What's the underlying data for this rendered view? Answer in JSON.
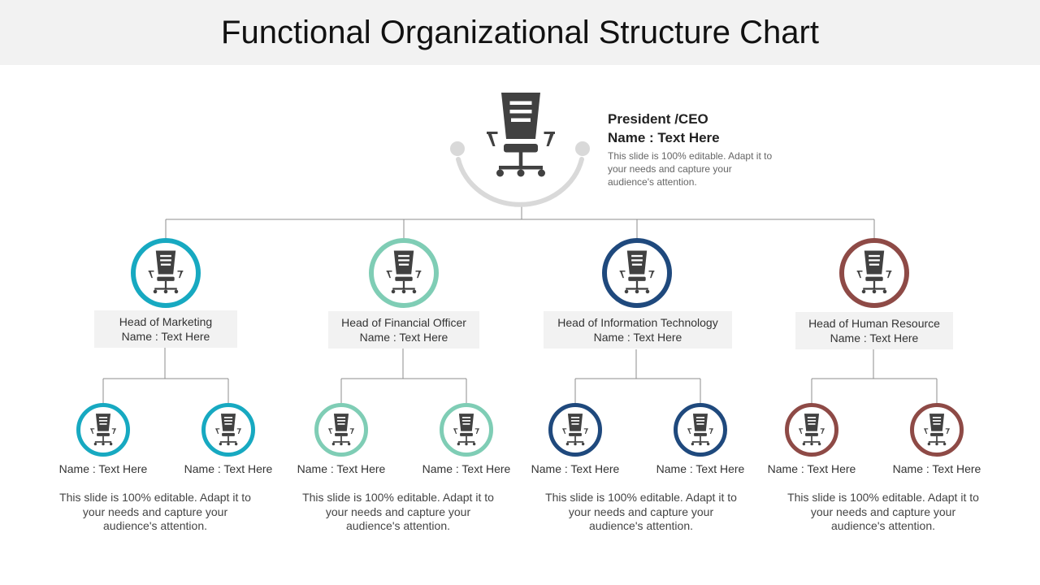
{
  "title": "Functional Organizational Structure Chart",
  "icon": "office-chair-icon",
  "ceo": {
    "role": "President /CEO",
    "name": "Name : Text Here",
    "desc": "This slide is 100% editable. Adapt it to your needs and capture your audience's attention."
  },
  "departments": [
    {
      "head": "Head of Marketing",
      "name": "Name : Text Here",
      "color": "#17a9c1",
      "members": [
        "Name : Text Here",
        "Name : Text Here"
      ],
      "desc": "This slide is 100% editable. Adapt it to your needs and capture your audience's attention."
    },
    {
      "head": "Head of Financial Officer",
      "name": "Name : Text Here",
      "color": "#7fcdb5",
      "members": [
        "Name : Text Here",
        "Name : Text Here"
      ],
      "desc": "This slide is 100% editable. Adapt it to your needs and capture your audience's attention."
    },
    {
      "head": "Head of Information Technology",
      "name": "Name : Text Here",
      "color": "#1f497d",
      "members": [
        "Name : Text Here",
        "Name : Text Here"
      ],
      "desc": "This slide is 100% editable. Adapt it to your needs and capture your audience's attention."
    },
    {
      "head": "Head of Human Resource",
      "name": "Name : Text Here",
      "color": "#8e4a46",
      "members": [
        "Name : Text Here",
        "Name : Text Here"
      ],
      "desc": "This slide is 100% editable. Adapt it to your needs and capture your audience's attention."
    }
  ]
}
